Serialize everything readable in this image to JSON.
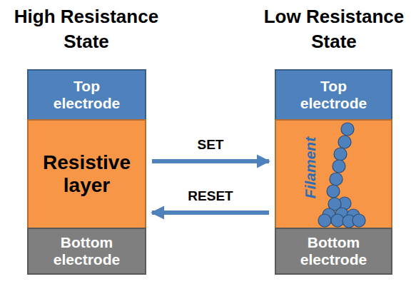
{
  "diagram": {
    "nodes": [
      {
        "text": [
          "Top electrode"
        ]
      },
      {
        "text": [
          "Resistive layer"
        ]
      },
      {
        "text": [
          "Bottom electrode"
        ]
      },
      {
        "text": [
          "Top electrode"
        ]
      },
      {
        "text": [
          "Filament"
        ]
      },
      {
        "text": [
          "Bottom electrode"
        ]
      }
    ],
    "edges": [
      {
        "from": 1,
        "to": 4,
        "label": "SET",
        "arrow": "to"
      },
      {
        "from": 4,
        "to": 1,
        "label": "RESET",
        "arrow": "to"
      }
    ],
    "labels": [
      "High Resistance State",
      "Low Resistance State"
    ]
  }
}
